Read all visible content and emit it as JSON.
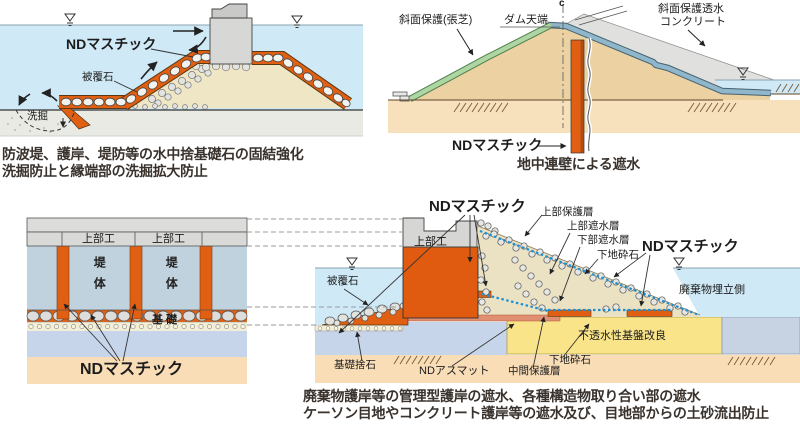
{
  "breakwater": {
    "nd_mastic": "NDマスチック",
    "cover_stone": "被覆石",
    "scour": "洗掘",
    "caption1": "防波堤、護岸、堤防等の水中捨基礎石の固結強化",
    "caption2": "洗掘防止と縁端部の洗掘拡大防止"
  },
  "dam": {
    "centerline": "c",
    "slope_sod": "斜面保護(張芝)",
    "crest": "ダム天端",
    "permeable1": "斜面保護透水",
    "permeable2": "コンクリート",
    "nd_mastic": "NDマスチック",
    "caption": "地中連壁による遮水"
  },
  "caisson": {
    "superstructure1": "上部工",
    "superstructure2": "上部工",
    "body1": "堤体",
    "body2": "堤体",
    "foundation": "基 礎",
    "nd_mastic": "NDマスチック"
  },
  "revetment": {
    "nd_mastic_top": "NDマスチック",
    "nd_mastic_right": "NDマスチック",
    "superstructure": "上部工",
    "cover_stone": "被覆石",
    "upper_protection": "上部保護層",
    "upper_seal": "上部遮水層",
    "lower_seal": "下部遮水層",
    "base_crushed_upper": "下地砕石",
    "waste_landfill_side": "廃棄物埋立側",
    "impermeable_base": "不透水性基盤改良",
    "base_crushed_lower": "下地砕石",
    "middle_protection": "中間保護層",
    "nd_asmat": "NDアスマット",
    "foundation_rubble": "基礎捨石",
    "caption1": "廃棄物護岸等の管理型護岸の遮水、各種構造物取り合い部の遮水",
    "caption2": "ケーソン目地やコンクリート護岸等の遮水及び、目地部からの土砂流出防止"
  },
  "colors": {
    "mastic_orange": "#e05f12",
    "water_blue": "#cfe9f6",
    "seal_sheet_blue": "#1a8fd4",
    "impermeable_yellow": "#fae489"
  }
}
